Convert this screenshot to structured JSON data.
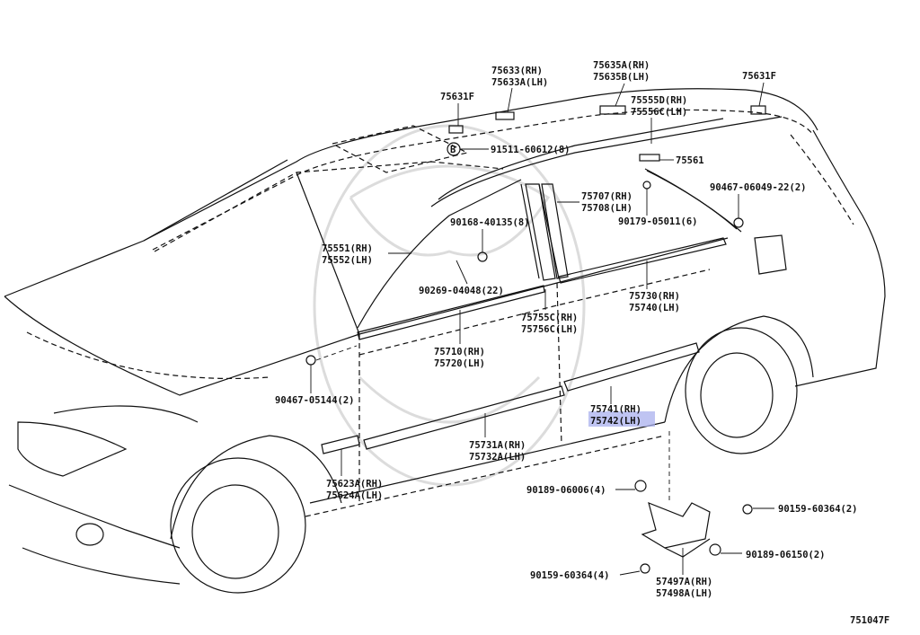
{
  "diagram": {
    "figure_number": "751047F",
    "highlighted_label": "75742(LH)",
    "labels": {
      "l75633": "75633(RH)",
      "l75633a": "75633A(LH)",
      "l75635a": "75635A(RH)",
      "l75635b": "75635B(LH)",
      "l75631f_left": "75631F",
      "l75631f_right": "75631F",
      "l75555d": "75555D(RH)",
      "l75556c": "75556C(LH)",
      "l91511": "91511-60612(8)",
      "l75561": "75561",
      "l90467_06049": "90467-06049-22(2)",
      "l75707": "75707(RH)",
      "l75708": "75708(LH)",
      "l90168": "90168-40135(8)",
      "l90179": "90179-05011(6)",
      "l75551": "75551(RH)",
      "l75552": "75552(LH)",
      "l90269": "90269-04048(22)",
      "l75755c": "75755C(RH)",
      "l75756c": "75756C(LH)",
      "l75730": "75730(RH)",
      "l75740": "75740(LH)",
      "l75710": "75710(RH)",
      "l75720": "75720(LH)",
      "l90467_05144": "90467-05144(2)",
      "l75741": "75741(RH)",
      "l75742": "75742(LH)",
      "l75731a": "75731A(RH)",
      "l75732a": "75732A(LH)",
      "l75623a": "75623A(RH)",
      "l75624a": "75624A(LH)",
      "l90189_06006": "90189-06006(4)",
      "l90159_a": "90159-60364(2)",
      "l90189_06150": "90189-06150(2)",
      "l90159_b": "90159-60364(4)",
      "l57497a": "57497A(RH)",
      "l57498a": "57498A(LH)",
      "b_marker": "B"
    }
  }
}
